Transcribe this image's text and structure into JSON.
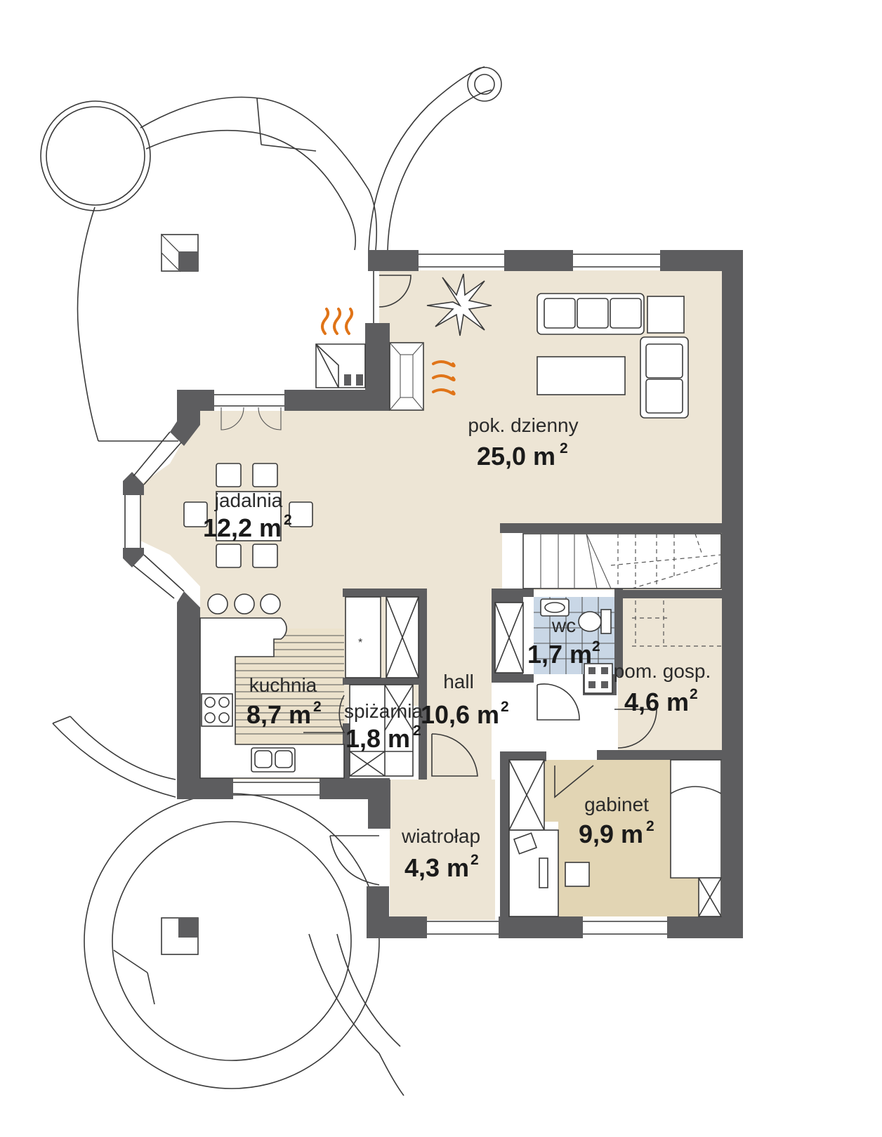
{
  "rooms": [
    {
      "id": "pok-dzienny",
      "name": "pok. dzienny",
      "area": "25,0 m",
      "unit_sup": "2"
    },
    {
      "id": "jadalnia",
      "name": "jadalnia",
      "area": "12,2 m",
      "unit_sup": "2"
    },
    {
      "id": "kuchnia",
      "name": "kuchnia",
      "area": "8,7 m",
      "unit_sup": "2"
    },
    {
      "id": "spizarnia",
      "name": "spiżarnia",
      "area": "1,8 m",
      "unit_sup": "2"
    },
    {
      "id": "hall",
      "name": "hall",
      "area": "10,6 m",
      "unit_sup": "2"
    },
    {
      "id": "wc",
      "name": "wc",
      "area": "1,7 m",
      "unit_sup": "2"
    },
    {
      "id": "pom-gosp",
      "name": "pom. gosp.",
      "area": "4,6 m",
      "unit_sup": "2"
    },
    {
      "id": "gabinet",
      "name": "gabinet",
      "area": "9,9 m",
      "unit_sup": "2"
    },
    {
      "id": "wiatrolap",
      "name": "wiatrołap",
      "area": "4,3 m",
      "unit_sup": "2"
    }
  ],
  "colors": {
    "wall": "#5d5d5f",
    "floor": "#ede5d5",
    "study_floor": "#e2d5b4",
    "wc_tiles": "#c9d7e6",
    "fireplace_heat": "#e07418"
  }
}
